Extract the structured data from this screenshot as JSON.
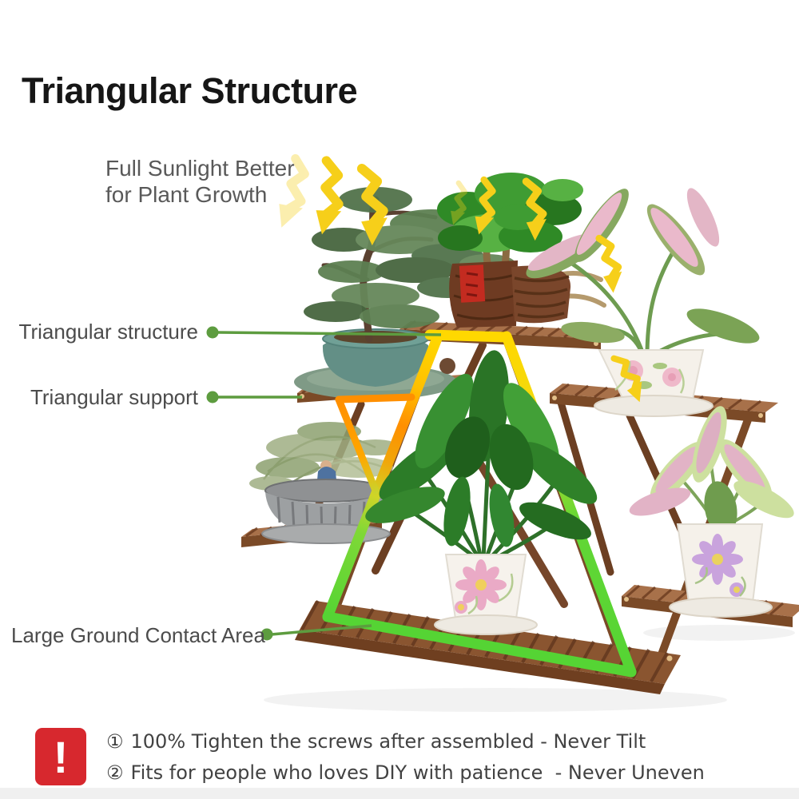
{
  "title": "Triangular Structure",
  "sunlight_caption": {
    "line1": "Full Sunlight Better",
    "line2": "for Plant Growth"
  },
  "callouts": {
    "structure": "Triangular structure",
    "support": "Triangular support",
    "ground": "Large Ground Contact Area"
  },
  "warning": {
    "icon_glyph": "!",
    "notes": [
      {
        "bullet": "①",
        "text": "100% Tighten the screws after assembled - Never Tilt"
      },
      {
        "bullet": "②",
        "text": "Fits for people who loves DIY with patience  - Never Uneven"
      }
    ]
  },
  "icons": {
    "warning": "exclamation-red-square",
    "sunlight": "yellow-zigzag-arrow",
    "callout_marker": "green-dot-with-line"
  },
  "colors": {
    "highlight_yellow": "#ffd800",
    "highlight_orange": "#ff8f00",
    "highlight_green": "#55d434",
    "callout_green": "#5d9c3f",
    "sun_arrow_yellow": "#f6cf1a",
    "warning_red": "#d7282e",
    "wood_brown": "#7b4a27",
    "title_text": "#161616",
    "label_gray": "#4c4c4c"
  }
}
